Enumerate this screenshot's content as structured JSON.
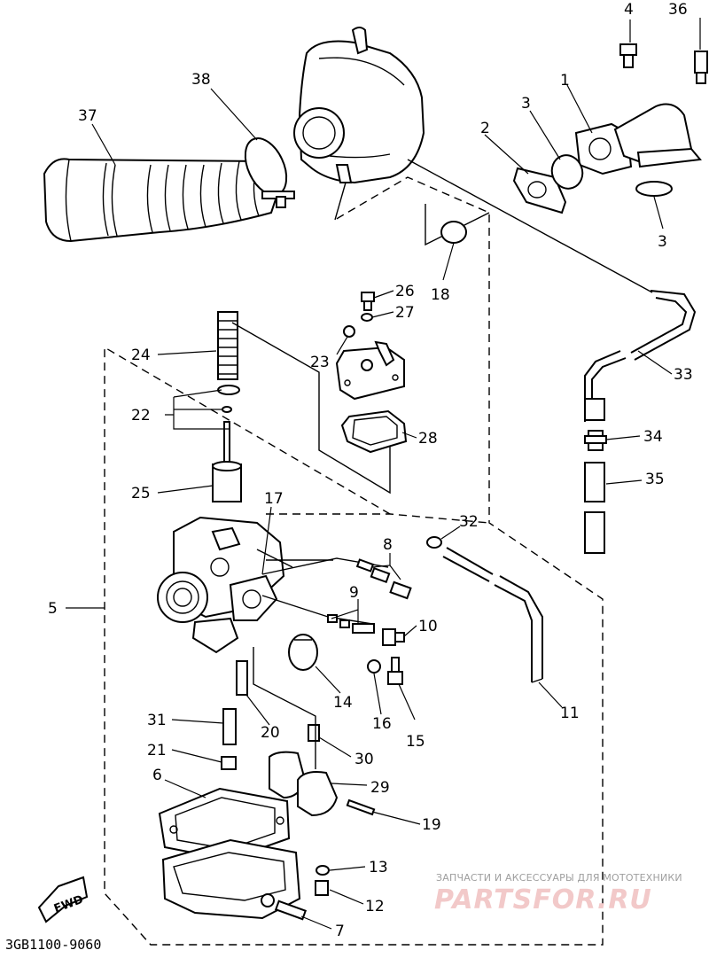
{
  "diagram_code": "3GB1100-9060",
  "direction_label": "FWD",
  "watermark": {
    "tagline": "ЗАПЧАСТИ И АКСЕССУАРЫ ДЛЯ МОТОТЕХНИКИ",
    "brand": "PARTSFOR.RU"
  },
  "callouts": [
    "1",
    "2",
    "3",
    "4",
    "5",
    "6",
    "7",
    "8",
    "9",
    "10",
    "11",
    "12",
    "13",
    "14",
    "15",
    "16",
    "17",
    "18",
    "19",
    "20",
    "21",
    "22",
    "23",
    "24",
    "25",
    "26",
    "27",
    "28",
    "29",
    "30",
    "31",
    "32",
    "33",
    "34",
    "35",
    "36",
    "37",
    "38",
    "3"
  ]
}
